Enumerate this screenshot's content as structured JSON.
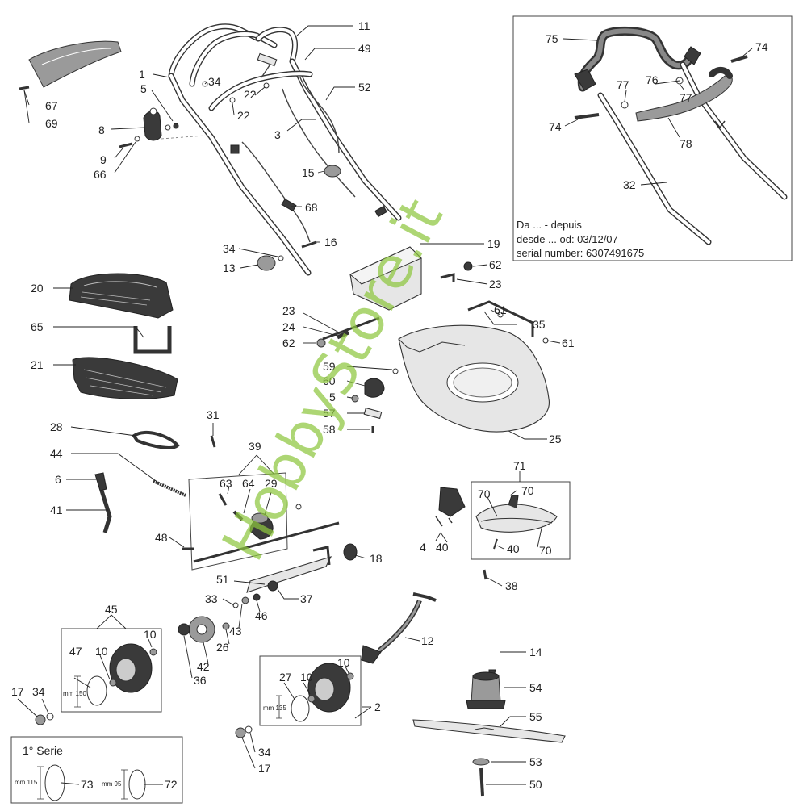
{
  "labels": {
    "l1": "1",
    "l2": "2",
    "l3": "3",
    "l4": "4",
    "l5": "5",
    "l5b": "5",
    "l6": "6",
    "l8": "8",
    "l9": "9",
    "l10a": "10",
    "l10b": "10",
    "l10c": "10",
    "l10d": "10",
    "l11": "11",
    "l12": "12",
    "l13": "13",
    "l14": "14",
    "l15": "15",
    "l16": "16",
    "l17a": "17",
    "l17b": "17",
    "l18": "18",
    "l19": "19",
    "l20": "20",
    "l21": "21",
    "l22a": "22",
    "l22b": "22",
    "l23a": "23",
    "l23b": "23",
    "l24": "24",
    "l25": "25",
    "l26": "26",
    "l27": "27",
    "l28": "28",
    "l29": "29",
    "l31": "31",
    "l32": "32",
    "l33": "33",
    "l34a": "34",
    "l34b": "34",
    "l34c": "34",
    "l34d": "34",
    "l35": "35",
    "l36": "36",
    "l37": "37",
    "l38": "38",
    "l39": "39",
    "l40a": "40",
    "l40b": "40",
    "l41": "41",
    "l42": "42",
    "l43": "43",
    "l44": "44",
    "l45": "45",
    "l46": "46",
    "l47": "47",
    "l48": "48",
    "l49": "49",
    "l50": "50",
    "l51": "51",
    "l52": "52",
    "l53": "53",
    "l54": "54",
    "l55": "55",
    "l57": "57",
    "l58": "58",
    "l59": "59",
    "l60": "60",
    "l61a": "61",
    "l61b": "61",
    "l62a": "62",
    "l62b": "62",
    "l63": "63",
    "l64": "64",
    "l65": "65",
    "l66": "66",
    "l67": "67",
    "l68": "68",
    "l69": "69",
    "l70a": "70",
    "l70b": "70",
    "l70c": "70",
    "l71": "71",
    "l72": "72",
    "l73": "73",
    "l74a": "74",
    "l74b": "74",
    "l75": "75",
    "l76": "76",
    "l77a": "77",
    "l77b": "77",
    "l78": "78"
  },
  "dims": {
    "d150": "mm 150",
    "d135": "mm 135",
    "d115": "mm 115",
    "d95": "mm 95"
  },
  "serie_label": "1° Serie",
  "inset_note": {
    "line1": "Da ... - depuis",
    "line2": "desde ... od: 03/12/07",
    "line3": "serial number: 6307491675"
  },
  "watermark": "HobbyStore.it",
  "colors": {
    "watermark": "#8dc63f",
    "line": "#222222"
  }
}
